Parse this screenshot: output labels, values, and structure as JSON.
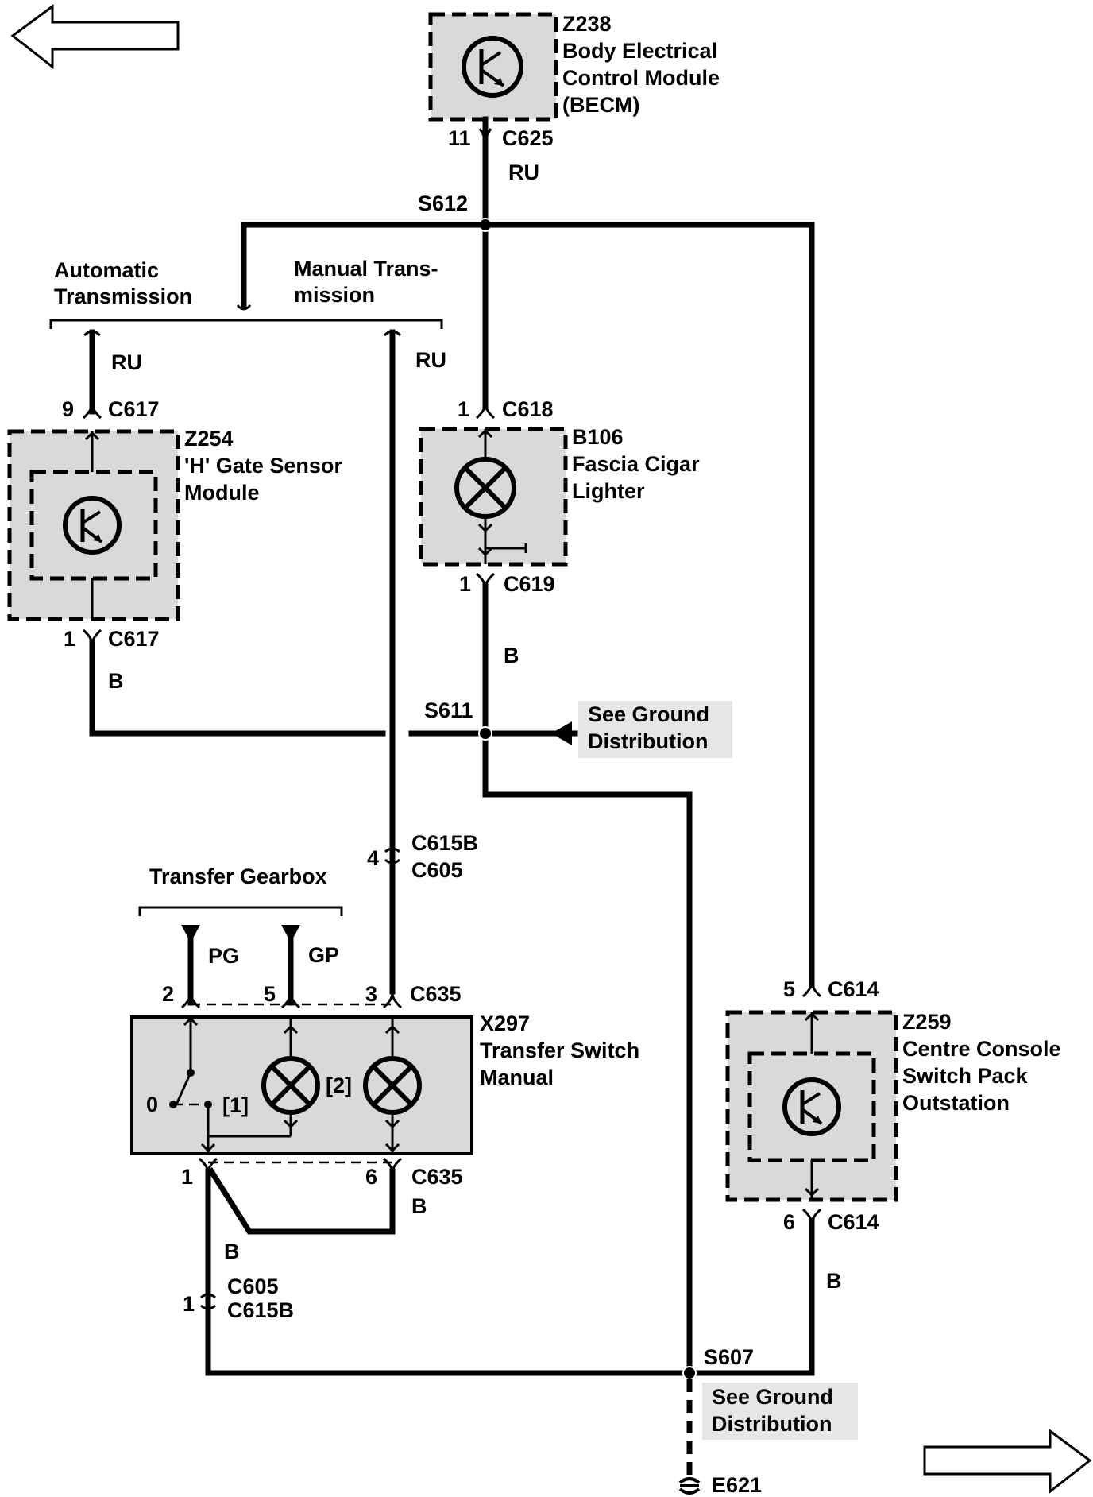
{
  "components": {
    "becm": {
      "id": "Z238",
      "name_lines": [
        "Body Electrical",
        "Control Module",
        "(BECM)"
      ]
    },
    "h_gate": {
      "id": "Z254",
      "name_lines": [
        "'H' Gate Sensor",
        "Module"
      ]
    },
    "cigar": {
      "id": "B106",
      "name_lines": [
        "Fascia Cigar",
        "Lighter"
      ]
    },
    "transfer_switch": {
      "id": "X297",
      "name_lines": [
        "Transfer Switch",
        "Manual"
      ]
    },
    "console": {
      "id": "Z259",
      "name_lines": [
        "Centre Console",
        "Switch Pack",
        "Outstation"
      ]
    }
  },
  "connectors": {
    "c625": {
      "pin": "11",
      "name": "C625"
    },
    "c617_top": {
      "pin": "9",
      "name": "C617"
    },
    "c617_bot": {
      "pin": "1",
      "name": "C617"
    },
    "c618": {
      "pin": "1",
      "name": "C618"
    },
    "c619": {
      "pin": "1",
      "name": "C619"
    },
    "c615b_upper": {
      "pin": "4",
      "name_lines": [
        "C615B",
        "C605"
      ]
    },
    "c615b_lower": {
      "pin": "1",
      "name_lines": [
        "C605",
        "C615B"
      ]
    },
    "c635_top": {
      "pins": [
        "2",
        "5",
        "3"
      ],
      "name": "C635"
    },
    "c635_bot": {
      "pins": [
        "1",
        "6"
      ],
      "name": "C635"
    },
    "c614_top": {
      "pin": "5",
      "name": "C614"
    },
    "c614_bot": {
      "pin": "6",
      "name": "C614"
    }
  },
  "splices": {
    "s612": "S612",
    "s611": "S611",
    "s607": "S607"
  },
  "ground": {
    "id": "E621"
  },
  "wires": {
    "ru_main": "RU",
    "ru_auto": "RU",
    "ru_manual": "RU",
    "b_cigar": "B",
    "b_hgate": "B",
    "b_switch_right": "B",
    "b_switch_left": "B",
    "b_console": "B",
    "pg": "PG",
    "gp": "GP"
  },
  "options": {
    "automatic_lines": [
      "Automatic",
      "Transmission"
    ],
    "manual_lines": [
      "Manual Trans-",
      "mission"
    ],
    "transfer_gearbox": "Transfer Gearbox"
  },
  "switch_labels": {
    "zero": "0",
    "one": "[1]",
    "two": "[2]"
  },
  "notes": {
    "ground_dist_1": [
      "See Ground",
      "Distribution"
    ],
    "ground_dist_2": [
      "See Ground",
      "Distribution"
    ]
  }
}
